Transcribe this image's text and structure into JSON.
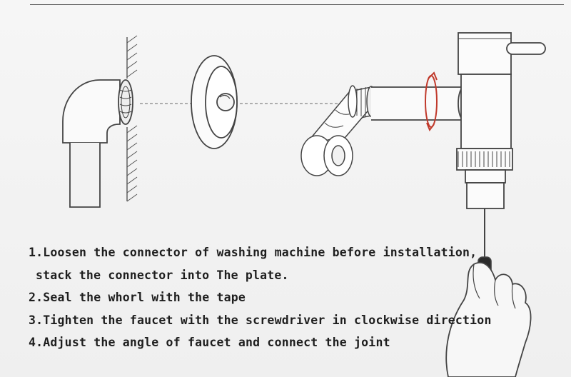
{
  "instructions": [
    {
      "num": "1.",
      "text": "Loosen the connector of washing machine before installation,"
    },
    {
      "num": "",
      "text": "stack the connector into The plate."
    },
    {
      "num": "2.",
      "text": "Seal the whorl with the tape"
    },
    {
      "num": "3.",
      "text": "Tighten the faucet with the screwdriver in clockwise direction"
    },
    {
      "num": "4.",
      "text": "Adjust the angle of faucet and connect the joint"
    }
  ],
  "colors": {
    "line": "#444444",
    "rotation_arrow": "#c0392b",
    "hatch": "#555555"
  }
}
